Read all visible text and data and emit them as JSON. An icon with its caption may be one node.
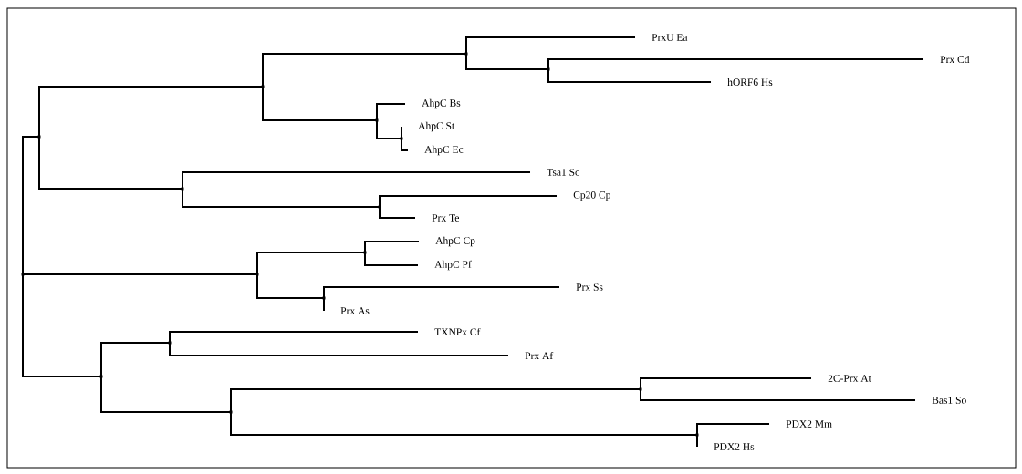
{
  "diagram": {
    "nodes": [
      {
        "text": [
          "PrxU Ea"
        ]
      },
      {
        "text": [
          "Prx Cd"
        ]
      },
      {
        "text": [
          "hORF6 Hs"
        ]
      },
      {
        "text": [
          "AhpC Bs"
        ]
      },
      {
        "text": [
          "AhpC St"
        ]
      },
      {
        "text": [
          "AhpC Ec"
        ]
      },
      {
        "text": [
          "Tsa1 Sc"
        ]
      },
      {
        "text": [
          "Cp20 Cp"
        ]
      },
      {
        "text": [
          "Prx Te"
        ]
      },
      {
        "text": [
          "AhpC Cp"
        ]
      },
      {
        "text": [
          "AhpC Pf"
        ]
      },
      {
        "text": [
          "Prx Ss"
        ]
      },
      {
        "text": [
          "Prx As"
        ]
      },
      {
        "text": [
          "TXNPx Cf"
        ]
      },
      {
        "text": [
          "Prx Af"
        ]
      },
      {
        "text": [
          "2C-Prx At"
        ]
      },
      {
        "text": [
          "Bas1 So"
        ]
      },
      {
        "text": [
          "PDX2 Mm"
        ]
      },
      {
        "text": [
          "PDX2 Hs"
        ]
      },
      {
        "text": [],
        "shape": "point"
      },
      {
        "text": [],
        "shape": "point"
      },
      {
        "text": [],
        "shape": "point"
      },
      {
        "text": [],
        "shape": "point"
      },
      {
        "text": [],
        "shape": "point"
      },
      {
        "text": [],
        "shape": "point"
      },
      {
        "text": [],
        "shape": "point"
      },
      {
        "text": [],
        "shape": "point"
      },
      {
        "text": [],
        "shape": "point"
      },
      {
        "text": [],
        "shape": "point"
      },
      {
        "text": [],
        "shape": "point"
      },
      {
        "text": [],
        "shape": "point"
      },
      {
        "text": [],
        "shape": "point"
      },
      {
        "text": [],
        "shape": "point"
      },
      {
        "text": [],
        "shape": "point"
      },
      {
        "text": [],
        "shape": "point"
      },
      {
        "text": [],
        "shape": "point"
      }
    ],
    "edges": [
      {
        "from": 19,
        "to": 20,
        "arrow": "none"
      },
      {
        "from": 19,
        "to": 25,
        "arrow": "none"
      },
      {
        "from": 19,
        "to": 21,
        "arrow": "none"
      },
      {
        "from": 20,
        "to": 26,
        "arrow": "none"
      },
      {
        "from": 20,
        "to": 23,
        "arrow": "none"
      },
      {
        "from": 26,
        "to": 32,
        "arrow": "none"
      },
      {
        "from": 26,
        "to": 29,
        "arrow": "none"
      },
      {
        "from": 32,
        "to": 0,
        "arrow": "none"
      },
      {
        "from": 32,
        "to": 33,
        "arrow": "none"
      },
      {
        "from": 33,
        "to": 1,
        "arrow": "none"
      },
      {
        "from": 33,
        "to": 2,
        "arrow": "none"
      },
      {
        "from": 29,
        "to": 3,
        "arrow": "none"
      },
      {
        "from": 29,
        "to": 31,
        "arrow": "none"
      },
      {
        "from": 31,
        "to": 4,
        "arrow": "none"
      },
      {
        "from": 31,
        "to": 5,
        "arrow": "none"
      },
      {
        "from": 23,
        "to": 6,
        "arrow": "none"
      },
      {
        "from": 23,
        "to": 30,
        "arrow": "none"
      },
      {
        "from": 30,
        "to": 7,
        "arrow": "none"
      },
      {
        "from": 30,
        "to": 8,
        "arrow": "none"
      },
      {
        "from": 25,
        "to": 28,
        "arrow": "none"
      },
      {
        "from": 25,
        "to": 27,
        "arrow": "none"
      },
      {
        "from": 28,
        "to": 9,
        "arrow": "none"
      },
      {
        "from": 28,
        "to": 10,
        "arrow": "none"
      },
      {
        "from": 27,
        "to": 11,
        "arrow": "none"
      },
      {
        "from": 27,
        "to": 12,
        "arrow": "none"
      },
      {
        "from": 21,
        "to": 22,
        "arrow": "none"
      },
      {
        "from": 21,
        "to": 24,
        "arrow": "none"
      },
      {
        "from": 22,
        "to": 13,
        "arrow": "none"
      },
      {
        "from": 22,
        "to": 14,
        "arrow": "none"
      },
      {
        "from": 24,
        "to": 34,
        "arrow": "none"
      },
      {
        "from": 24,
        "to": 35,
        "arrow": "none"
      },
      {
        "from": 34,
        "to": 15,
        "arrow": "none"
      },
      {
        "from": 34,
        "to": 16,
        "arrow": "none"
      },
      {
        "from": 35,
        "to": 17,
        "arrow": "none"
      },
      {
        "from": 35,
        "to": 18,
        "arrow": "none"
      }
    ]
  }
}
